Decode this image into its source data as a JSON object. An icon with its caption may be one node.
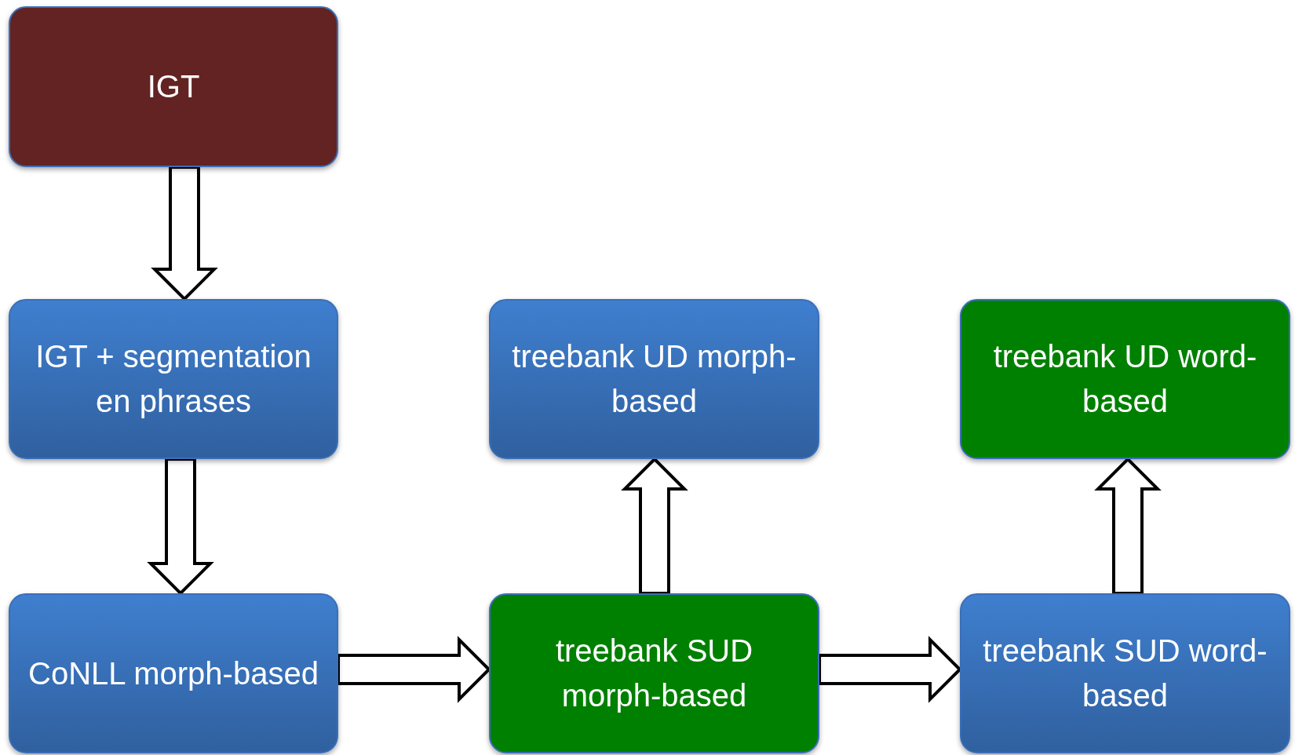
{
  "diagram": {
    "nodes": [
      {
        "text": [
          "IGT"
        ]
      },
      {
        "text": [
          "IGT + segmentation en phrases"
        ]
      },
      {
        "text": [
          "treebank UD morph-based"
        ]
      },
      {
        "text": [
          "treebank UD word-based"
        ]
      },
      {
        "text": [
          "CoNLL morph-based"
        ]
      },
      {
        "text": [
          "treebank SUD morph-based"
        ]
      },
      {
        "text": [
          "treebank SUD word-based"
        ]
      }
    ],
    "edges": [
      {
        "from": 0,
        "to": 1,
        "arrow": "to"
      },
      {
        "from": 1,
        "to": 4,
        "arrow": "to"
      },
      {
        "from": 4,
        "to": 5,
        "arrow": "to"
      },
      {
        "from": 5,
        "to": 6,
        "arrow": "to"
      },
      {
        "from": 5,
        "to": 2,
        "arrow": "to"
      },
      {
        "from": 6,
        "to": 3,
        "arrow": "to"
      }
    ]
  }
}
